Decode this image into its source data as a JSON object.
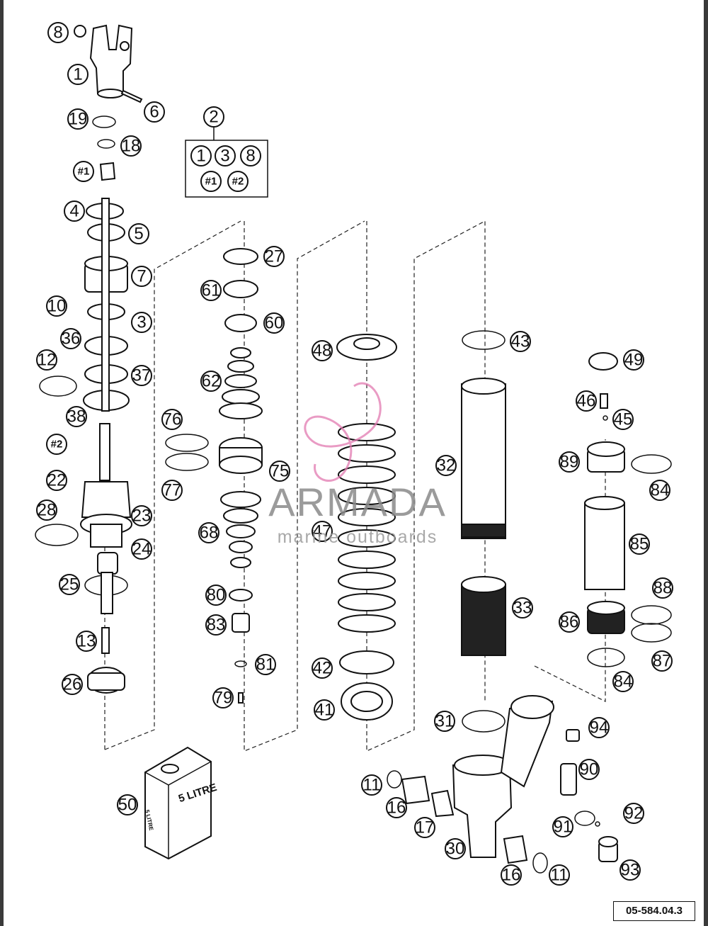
{
  "diagram": {
    "drawing_ref": "05-584.04.3",
    "watermark": {
      "name": "ARMADA",
      "tagline": "marine outboards"
    },
    "can_label_large": "5 LITRE",
    "can_label_small": "5 LITRE",
    "kit_box": {
      "number": "2",
      "contents": [
        "1",
        "3",
        "8",
        "#1",
        "#2"
      ]
    },
    "callouts": [
      "1",
      "2",
      "3",
      "4",
      "5",
      "6",
      "7",
      "8",
      "10",
      "11",
      "11",
      "12",
      "13",
      "16",
      "16",
      "17",
      "18",
      "19",
      "22",
      "23",
      "24",
      "25",
      "26",
      "27",
      "28",
      "30",
      "31",
      "32",
      "33",
      "36",
      "37",
      "38",
      "41",
      "42",
      "43",
      "45",
      "46",
      "47",
      "48",
      "49",
      "50",
      "60",
      "61",
      "62",
      "68",
      "75",
      "76",
      "77",
      "79",
      "80",
      "81",
      "83",
      "84",
      "84",
      "85",
      "86",
      "87",
      "88",
      "89",
      "90",
      "91",
      "92",
      "93",
      "94",
      "#1",
      "#2"
    ],
    "colors": {
      "line": "#111111",
      "watermark_pink": "#e27ab0",
      "watermark_gray": "#8a8a8a"
    }
  }
}
